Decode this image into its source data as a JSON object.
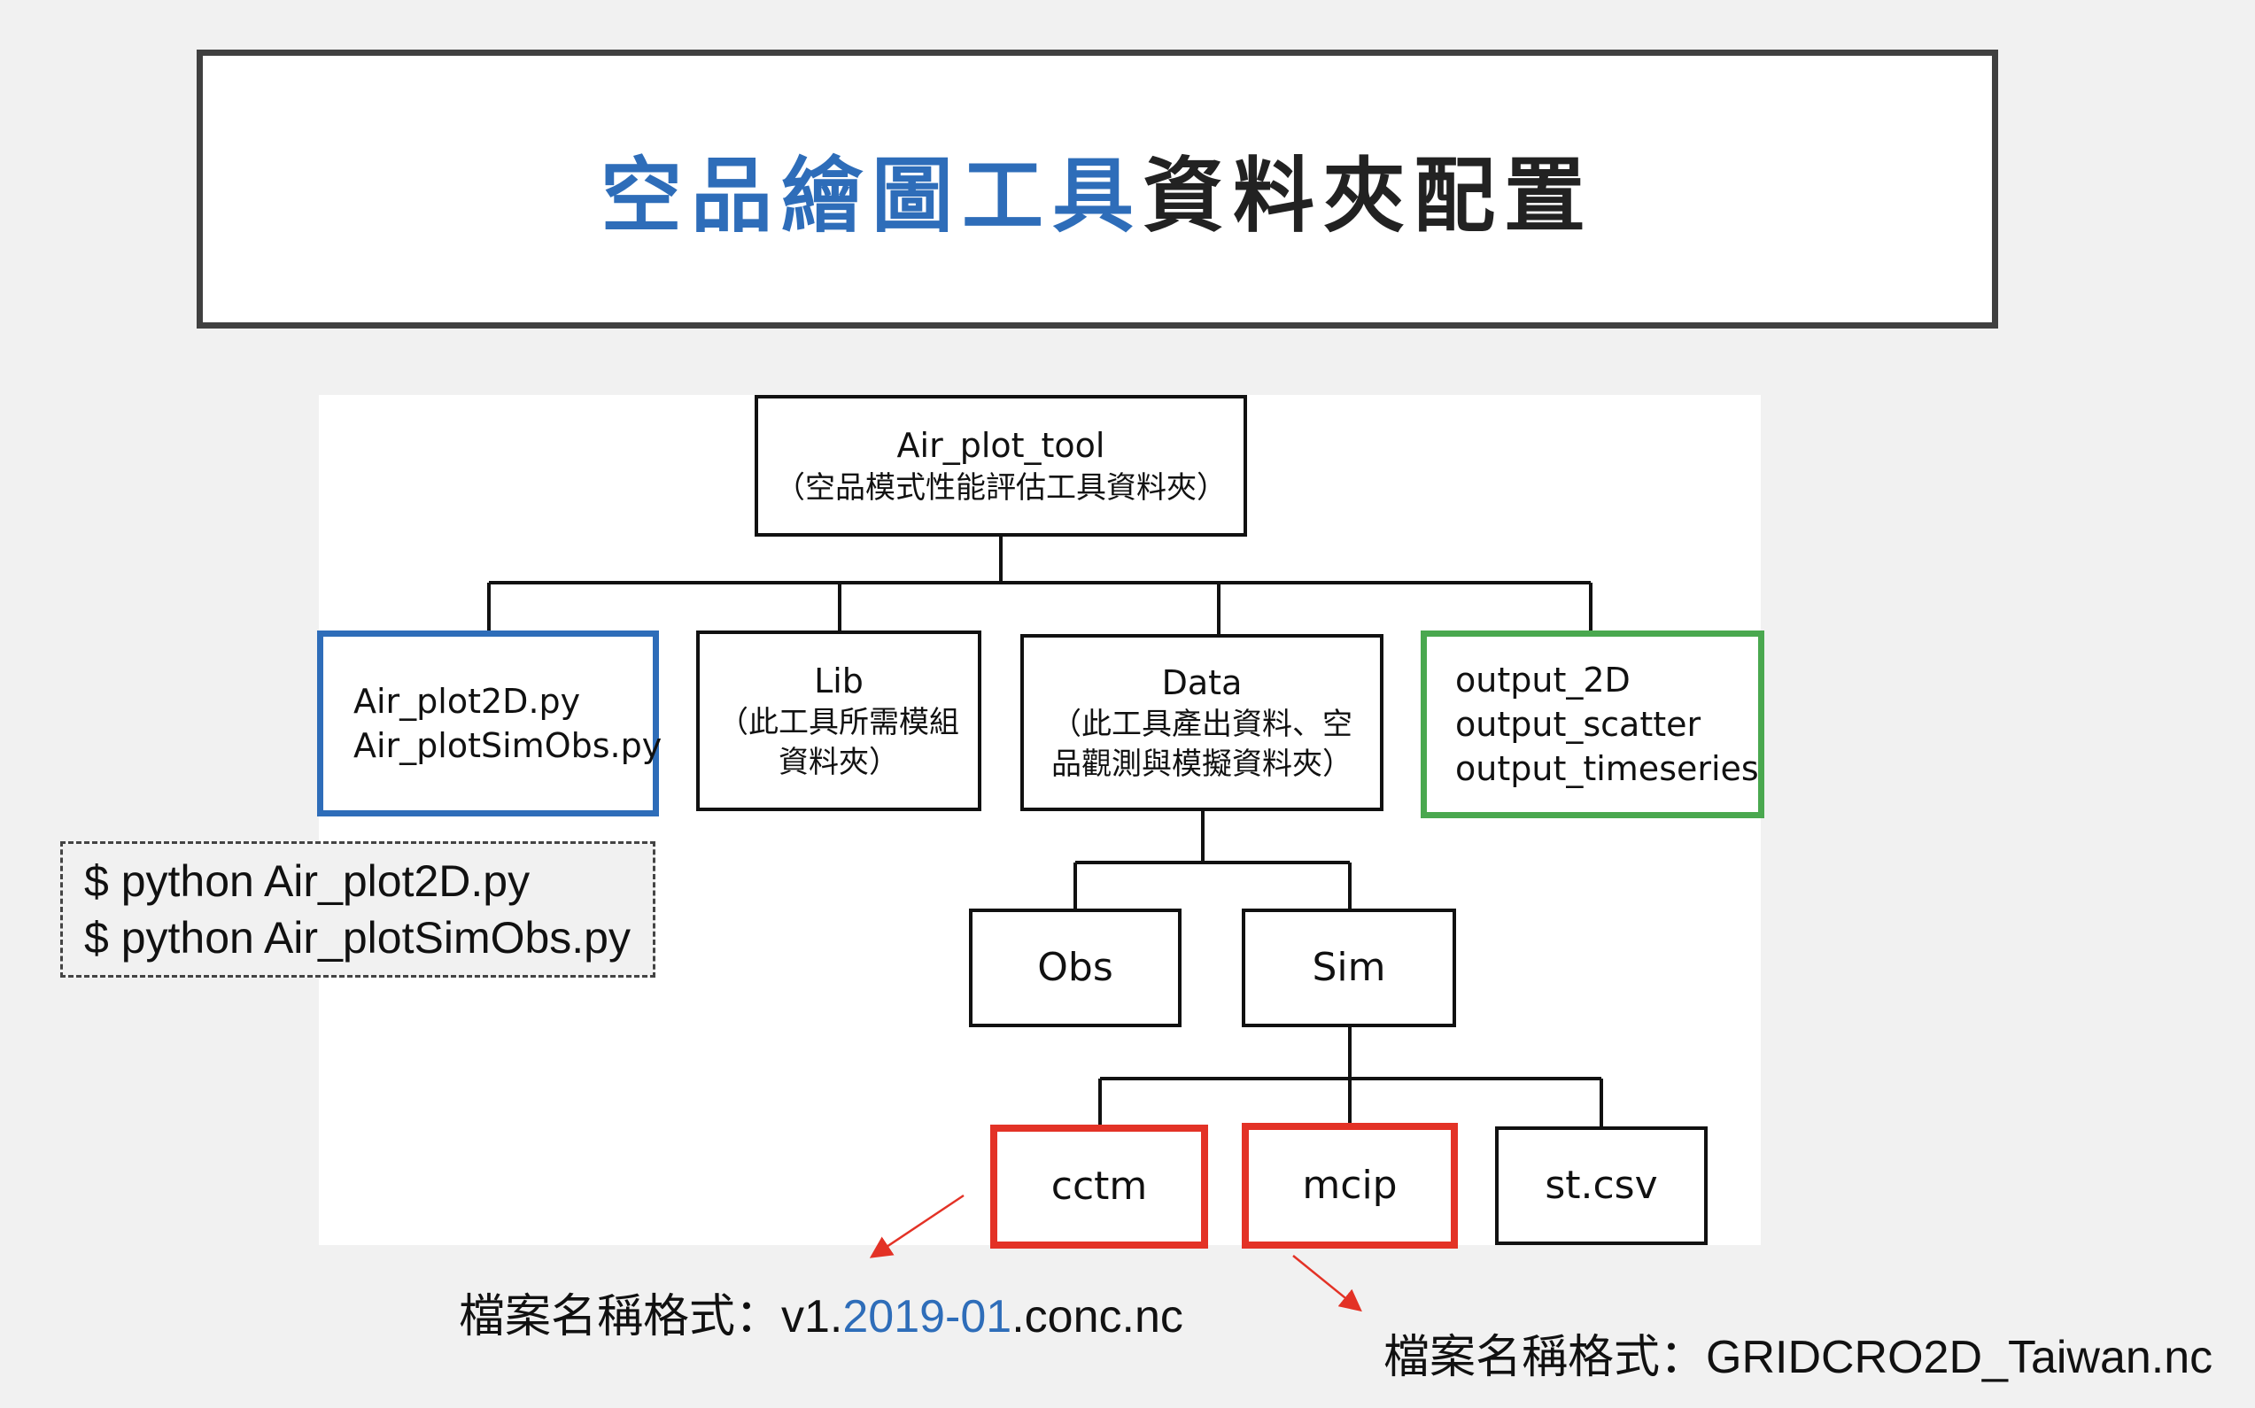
{
  "title": {
    "blue_part": "空品繪圖工具",
    "dark_part": "資料夾配置"
  },
  "colors": {
    "blue": "#2e6db9",
    "green": "#4aa84f",
    "red": "#e33226",
    "dark": "#222222"
  },
  "nodes": {
    "root": {
      "label": "Air_plot_tool",
      "sub": "（空品模式性能評估工具資料夾）"
    },
    "scripts": {
      "line1": "Air_plot2D.py",
      "line2": "Air_plotSimObs.py"
    },
    "lib": {
      "label": "Lib",
      "sub1": "（此工具所需模組",
      "sub2": "資料夾）"
    },
    "data": {
      "label": "Data",
      "sub1": "（此工具產出資料、空",
      "sub2": "品觀測與模擬資料夾）"
    },
    "output": {
      "line1": "output_2D",
      "line2": "output_scatter",
      "line3": "output_timeseries"
    },
    "obs": {
      "label": "Obs"
    },
    "sim": {
      "label": "Sim"
    },
    "cctm": {
      "label": "cctm"
    },
    "mcip": {
      "label": "mcip"
    },
    "stcsv": {
      "label": "st.csv"
    }
  },
  "commands": {
    "line1": "$ python Air_plot2D.py",
    "line2": "$ python Air_plotSimObs.py"
  },
  "notes": {
    "cctm": {
      "prefix": "檔案名稱格式：v1.",
      "highlight": "2019-01",
      "suffix": ".conc.nc"
    },
    "mcip": {
      "text": "檔案名稱格式：GRIDCRO2D_Taiwan.nc"
    }
  }
}
